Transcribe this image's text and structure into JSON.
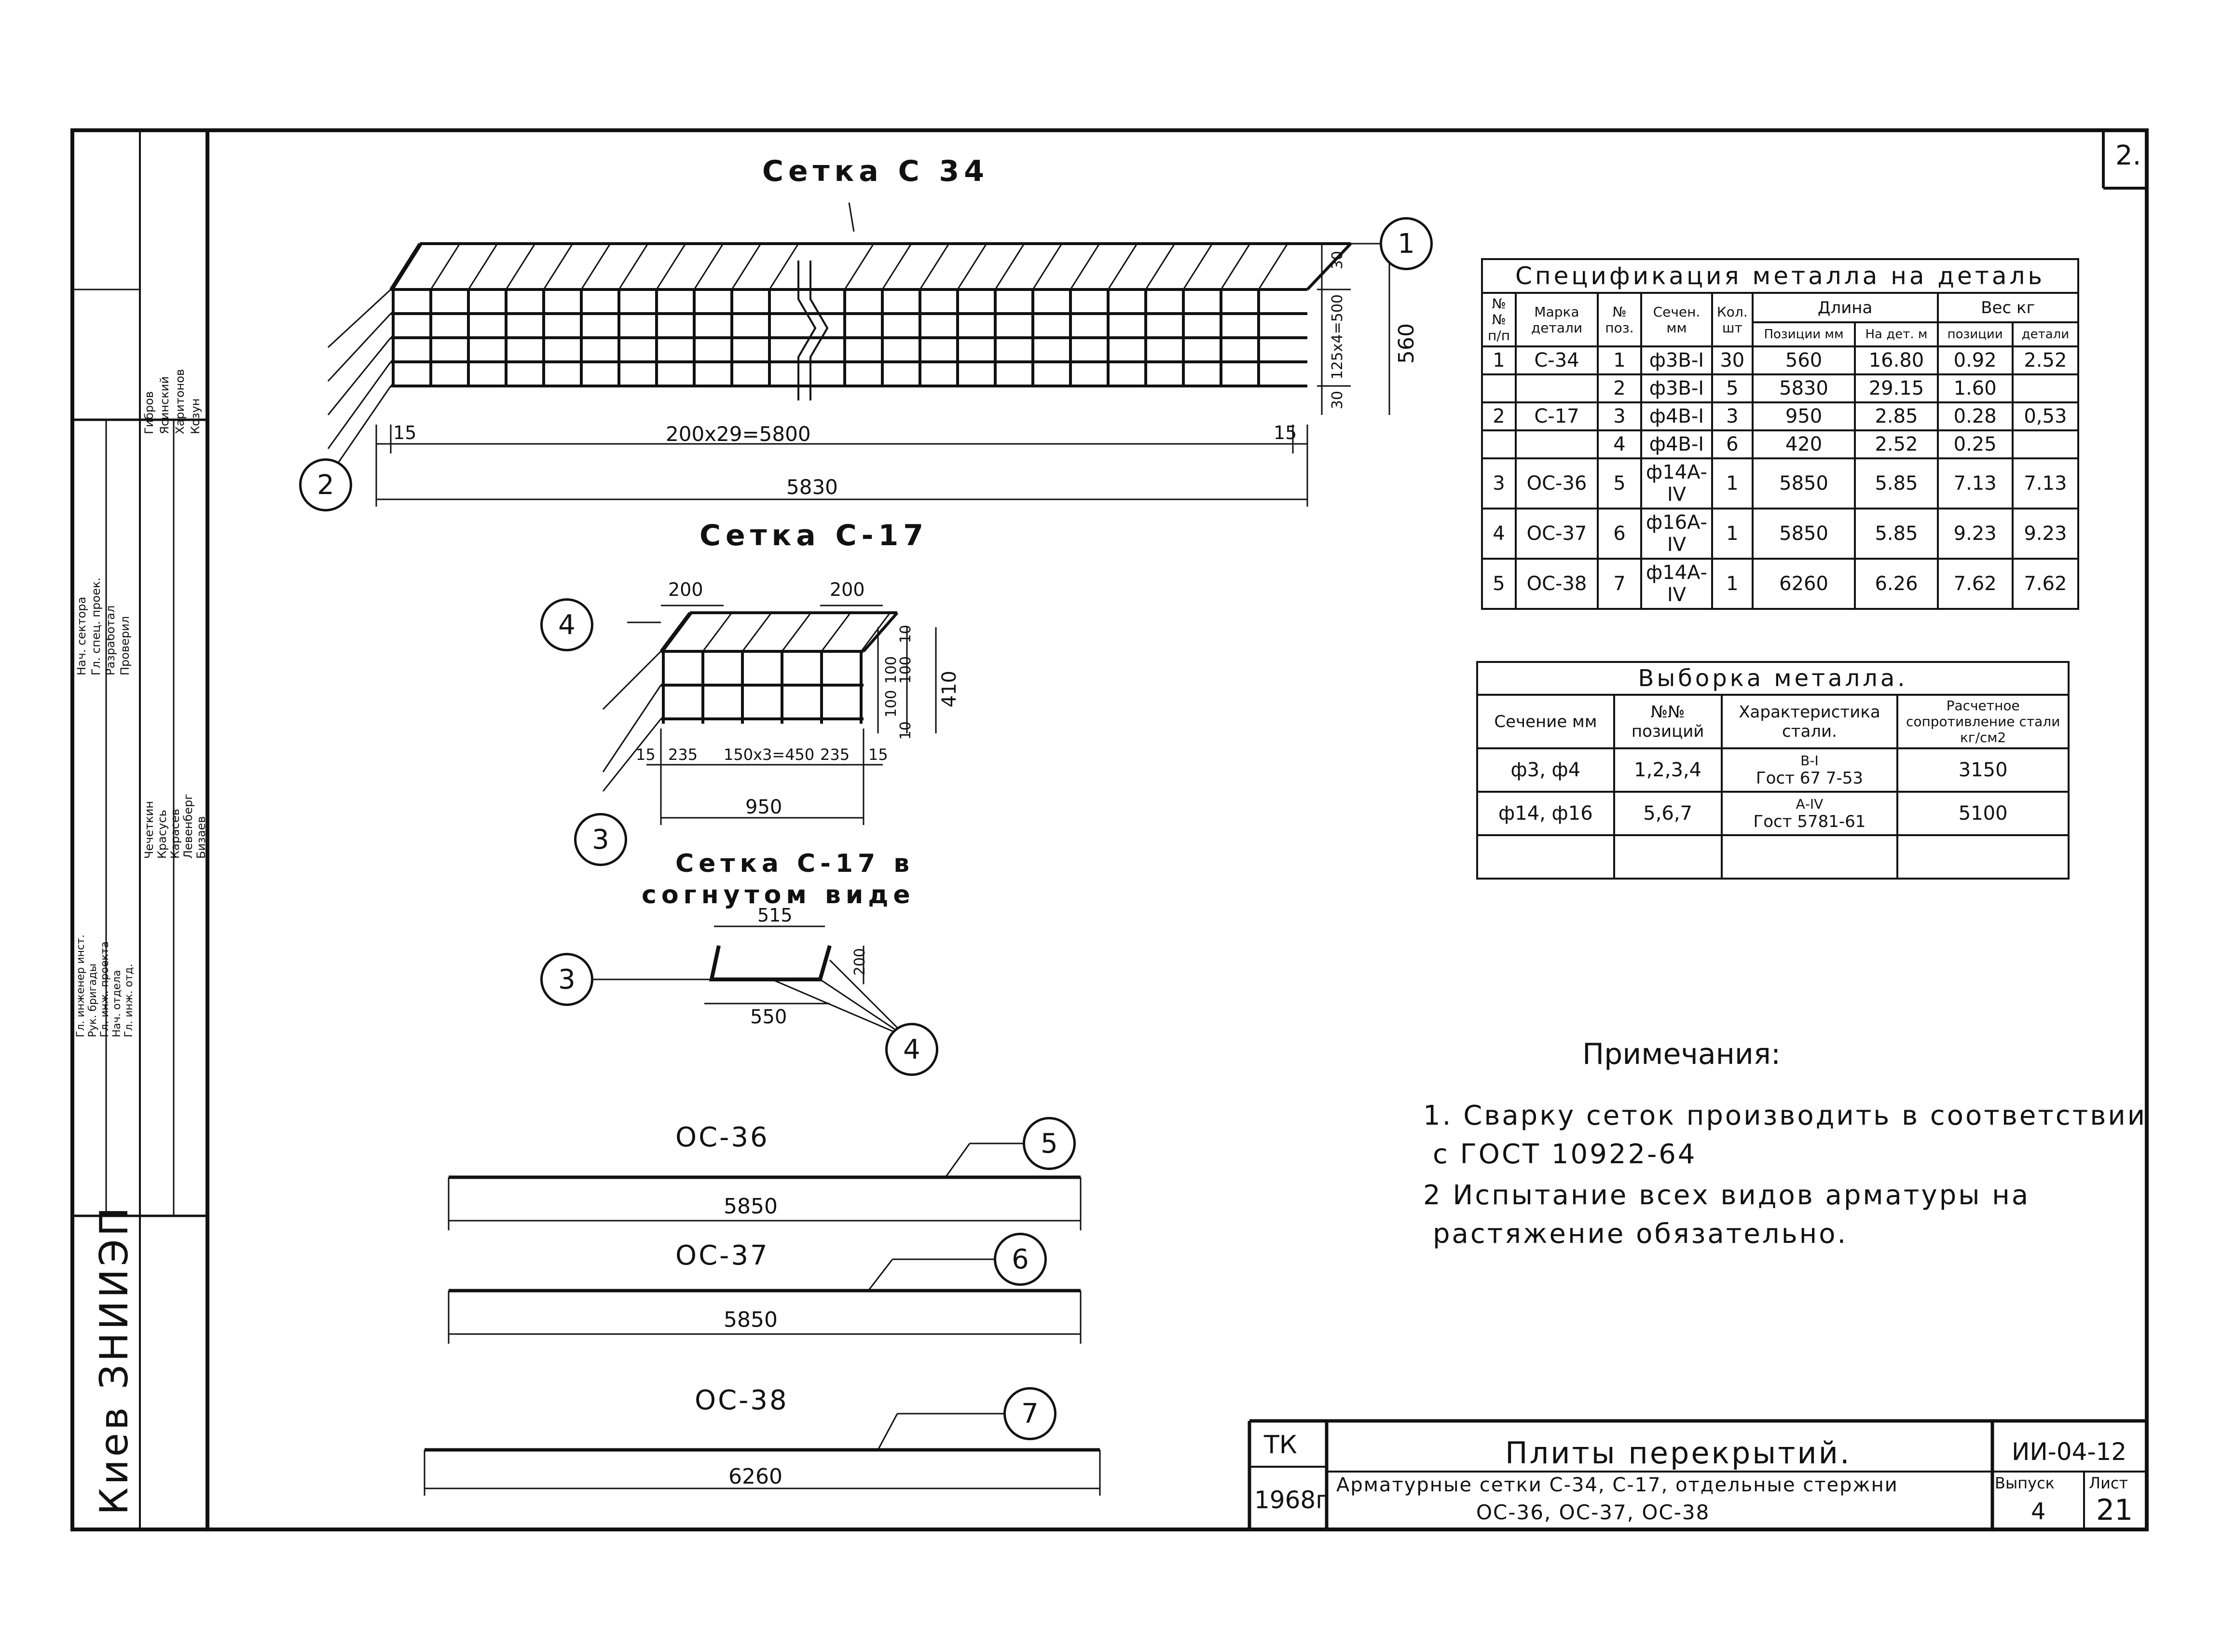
{
  "sheet": {
    "page_number": "2.",
    "city_org": "Киев ЗНИИЭП"
  },
  "stamp_roles": [
    "Гл. инженер инст.",
    "Рук. бригады",
    "Гл. инж. проекта",
    "Нач. отдела",
    "Гл. инж. отд."
  ],
  "stamp_roles2": [
    "Нач. сектора",
    "Гл. спец. проек.",
    "Разработал",
    "Проверил"
  ],
  "stamp_names": [
    "Чечеткин",
    "Красусь",
    "Карасев",
    "Левенберг",
    "Бизаев"
  ],
  "stamp_names2": [
    "Гибров",
    "Ясинский",
    "Харитонов",
    "Козун"
  ],
  "setka_c34": {
    "title": "Сетка С 34",
    "dims": {
      "top30": "30",
      "mid": "125x4=500",
      "bottom30": "30",
      "height": "560",
      "left15": "15",
      "right15": "15",
      "spacing": "200x29=5800",
      "length": "5830"
    }
  },
  "setka_c17": {
    "title": "Сетка С-17",
    "dims": {
      "top_left": "200",
      "top_right": "200",
      "r10a": "10",
      "r100a": "100",
      "r100b": "100",
      "r100c": "100",
      "r10b": "10",
      "height": "410",
      "b15a": "15",
      "b235a": "235",
      "spacing": "150x3=450",
      "b235b": "235",
      "b15b": "15",
      "length": "950"
    }
  },
  "setka_c17_bent": {
    "title_line1": "Сетка С-17 в",
    "title_line2": "согнутом виде",
    "dim_top": "515",
    "dim_side": "200",
    "dim_bottom": "550"
  },
  "rods": [
    {
      "label": "ОС-36",
      "length": "5850",
      "pos": "5"
    },
    {
      "label": "ОС-37",
      "length": "5850",
      "pos": "6"
    },
    {
      "label": "ОС-38",
      "length": "6260",
      "pos": "7"
    }
  ],
  "balloons": {
    "b1": "1",
    "b2": "2",
    "b3a": "3",
    "b3b": "3",
    "b4a": "4",
    "b4b": "4"
  },
  "spec": {
    "title": "Спецификация металла на деталь",
    "headers": {
      "num": "№№ п/п",
      "mark": "Марка детали",
      "pos": "№ поз.",
      "section": "Сечен. мм",
      "qty": "Кол. шт",
      "length": "Длина",
      "len_pos": "Позиции мм",
      "len_det": "На дет. м",
      "weight": "Вес кг",
      "w_pos": "позиции",
      "w_det": "детали"
    },
    "rows": [
      {
        "n": "1",
        "mark": "С-34",
        "pos": "1",
        "sec": "ф3В-I",
        "qty": "30",
        "lp": "560",
        "ld": "16.80",
        "wp": "0.92",
        "wd": "2.52"
      },
      {
        "n": "",
        "mark": "",
        "pos": "2",
        "sec": "ф3В-I",
        "qty": "5",
        "lp": "5830",
        "ld": "29.15",
        "wp": "1.60",
        "wd": ""
      },
      {
        "n": "2",
        "mark": "С-17",
        "pos": "3",
        "sec": "ф4В-I",
        "qty": "3",
        "lp": "950",
        "ld": "2.85",
        "wp": "0.28",
        "wd": "0,53"
      },
      {
        "n": "",
        "mark": "",
        "pos": "4",
        "sec": "ф4В-I",
        "qty": "6",
        "lp": "420",
        "ld": "2.52",
        "wp": "0.25",
        "wd": ""
      },
      {
        "n": "3",
        "mark": "ОС-36",
        "pos": "5",
        "sec": "ф14А-IV",
        "qty": "1",
        "lp": "5850",
        "ld": "5.85",
        "wp": "7.13",
        "wd": "7.13"
      },
      {
        "n": "4",
        "mark": "ОС-37",
        "pos": "6",
        "sec": "ф16А-IV",
        "qty": "1",
        "lp": "5850",
        "ld": "5.85",
        "wp": "9.23",
        "wd": "9.23"
      },
      {
        "n": "5",
        "mark": "ОС-38",
        "pos": "7",
        "sec": "ф14А-IV",
        "qty": "1",
        "lp": "6260",
        "ld": "6.26",
        "wp": "7.62",
        "wd": "7.62"
      }
    ]
  },
  "vyborka": {
    "title": "Выборка металла.",
    "headers": {
      "section": "Сечение мм",
      "positions": "№№ позиций",
      "char": "Характеристика стали.",
      "resist": "Расчетное сопротивление стали кг/см2"
    },
    "rows": [
      {
        "sec": "ф3, ф4",
        "pos": "1,2,3,4",
        "cls": "В-I",
        "gost": "Гост 67 7-53",
        "r": "3150"
      },
      {
        "sec": "ф14, ф16",
        "pos": "5,6,7",
        "cls": "А-IV",
        "gost": "Гост 5781-61",
        "r": "5100"
      },
      {
        "sec": "",
        "pos": "",
        "cls": "",
        "gost": "",
        "r": ""
      }
    ]
  },
  "notes": {
    "title": "Примечания:",
    "n1a": "1. Сварку сеток производить в соответствии",
    "n1b": "с ГОСТ 10922-64",
    "n2a": "2 Испытание всех видов арматуры на",
    "n2b": "растяжение обязательно."
  },
  "title_block": {
    "tk": "ТК",
    "year": "1968г",
    "name": "Плиты перекрытий.",
    "desc1": "Арматурные сетки С-34, С-17, отдельные стержни",
    "desc2": "ОС-36, ОС-37, ОС-38",
    "code": "ИИ-04-12",
    "issue_label": "Выпуск",
    "issue": "4",
    "sheet_label": "Лист",
    "sheet": "21"
  }
}
